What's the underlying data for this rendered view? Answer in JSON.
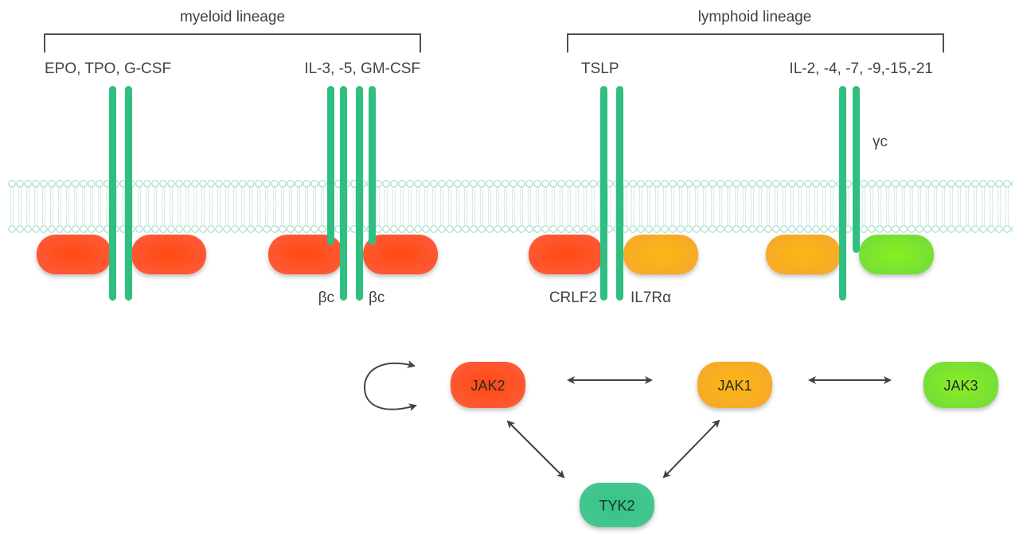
{
  "colors": {
    "receptor": "#2fbf80",
    "jak2": "#ff4a1c",
    "jak1": "#f9ad1c",
    "jak3": "#7de52b",
    "tyk2": "#3cc388",
    "membrane": "#9ed9c4",
    "text": "#3c4446",
    "arrow": "#3c4446"
  },
  "lineages": [
    {
      "id": "myeloid",
      "label": "myeloid lineage"
    },
    {
      "id": "lymphoid",
      "label": "lymphoid lineage"
    }
  ],
  "receptors": [
    {
      "id": "epo-tpo-gcsf",
      "cytokines": "EPO, TPO, G-CSF",
      "subunits": [],
      "jaks": [
        "JAK2",
        "JAK2"
      ]
    },
    {
      "id": "il3-il5-gmcsf",
      "cytokines": "IL-3, -5, GM-CSF",
      "subunits": [
        "βc",
        "βc"
      ],
      "jaks": [
        "JAK2",
        "JAK2"
      ]
    },
    {
      "id": "tslp",
      "cytokines": "TSLP",
      "subunits": [
        "CRLF2",
        "IL7Rα"
      ],
      "jaks": [
        "JAK2",
        "JAK1"
      ]
    },
    {
      "id": "gamma-c",
      "cytokines": "IL-2, -4, -7, -9,-15,-21",
      "subunits": [
        "γc"
      ],
      "jaks": [
        "JAK1",
        "JAK3"
      ]
    }
  ],
  "kinases": [
    {
      "id": "jak2",
      "label": "JAK2"
    },
    {
      "id": "jak1",
      "label": "JAK1"
    },
    {
      "id": "jak3",
      "label": "JAK3"
    },
    {
      "id": "tyk2",
      "label": "TYK2"
    }
  ],
  "interactions": [
    {
      "from": "JAK2",
      "to": "JAK2",
      "type": "self"
    },
    {
      "from": "JAK2",
      "to": "JAK1",
      "type": "bidirectional"
    },
    {
      "from": "JAK1",
      "to": "JAK3",
      "type": "bidirectional"
    },
    {
      "from": "JAK2",
      "to": "TYK2",
      "type": "bidirectional"
    },
    {
      "from": "JAK1",
      "to": "TYK2",
      "type": "bidirectional"
    }
  ]
}
